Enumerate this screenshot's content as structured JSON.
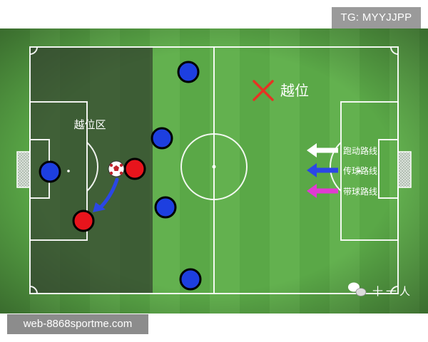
{
  "watermarks": {
    "telegram": "TG: MYYJJPP",
    "url": "web-8868sportme.com"
  },
  "diagram": {
    "offside_zone_label": "越位区",
    "offside_mark": "越位",
    "legend": [
      {
        "label": "跑动路线",
        "color": "#ffffff"
      },
      {
        "label": "传球路线",
        "color": "#2b47e6"
      },
      {
        "label": "带球路线",
        "color": "#e13ad2"
      }
    ],
    "signature": "十一人"
  },
  "colors": {
    "red_team": "#e8141c",
    "blue_team": "#1d3fe0",
    "offside_x": "#e53323"
  }
}
